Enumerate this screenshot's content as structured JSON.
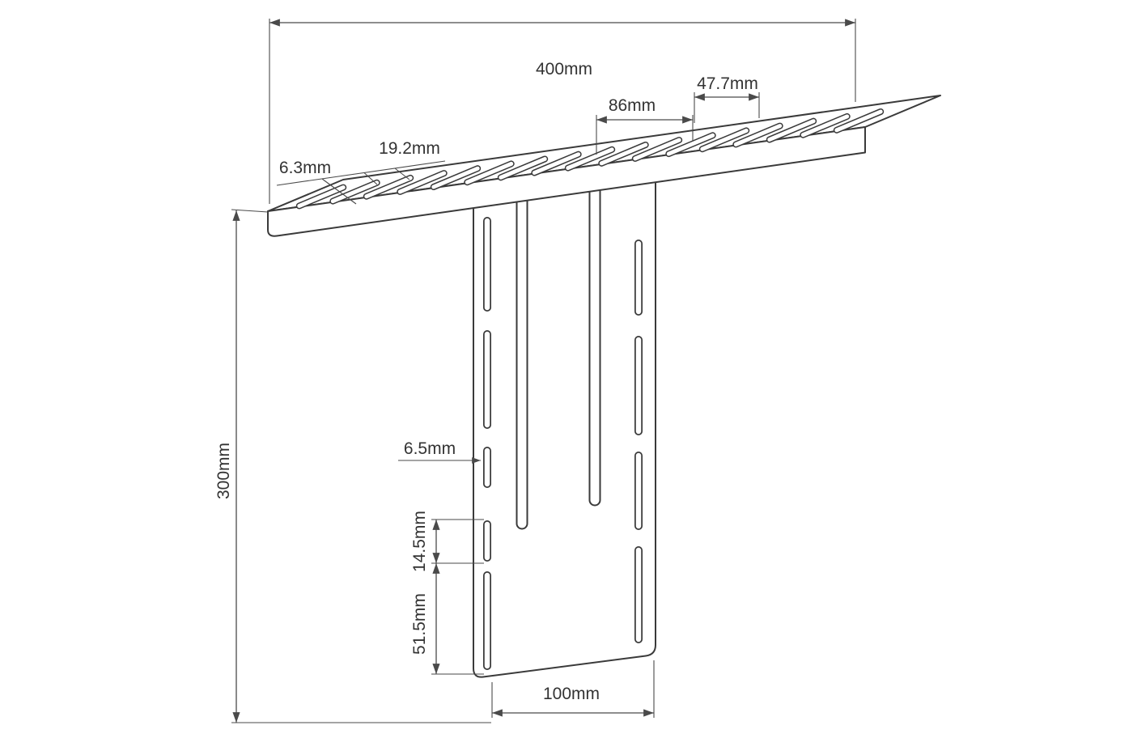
{
  "drawing": {
    "background": "#ffffff",
    "part_line_color": "#3a3a3a",
    "dimension_line_color": "#4a4a4a",
    "text_color": "#333333"
  },
  "dims": {
    "overall_length": "400mm",
    "top_slot_spacing_pair": "47.7mm",
    "top_slot_spacing_wide": "86mm",
    "top_slot_pitch": "19.2mm",
    "top_slot_width": "6.3mm",
    "overall_height": "300mm",
    "side_slot_width": "6.5mm",
    "side_slot_short": "14.5mm",
    "side_slot_long": "51.5mm",
    "bottom_plate_width": "100mm"
  }
}
